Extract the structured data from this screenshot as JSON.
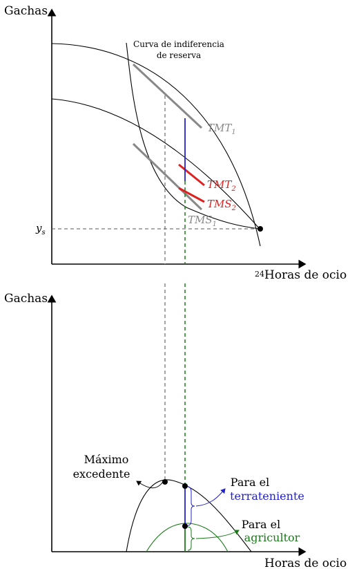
{
  "top_panel": {
    "y_axis_label": "Gachas",
    "x_axis_label": "Horas de ocio",
    "x_tick_24": "24",
    "indiff_line1": "Curva de indiferencia",
    "indiff_line2": "de reserva",
    "tmt1": "TMT",
    "tmt1_sub": "1",
    "tmt2": "TMT",
    "tmt2_sub": "2",
    "tms2": "TMS",
    "tms2_sub": "2",
    "tms1": "TMS",
    "tms1_sub": "1",
    "ys": "y",
    "ys_sub": "s"
  },
  "bottom_panel": {
    "y_axis_label": "Gachas",
    "x_axis_label": "Horas de ocio",
    "max_line1": "Máximo",
    "max_line2": "excedente",
    "landlord_line1": "Para el",
    "landlord_line2": "terrateniente",
    "farmer_line1": "Para el",
    "farmer_line2": "agricultor"
  },
  "colors": {
    "axis": "#000000",
    "gray": "#888888",
    "red": "#dd2222",
    "blue": "#2222cc",
    "green": "#1a7a1a"
  }
}
